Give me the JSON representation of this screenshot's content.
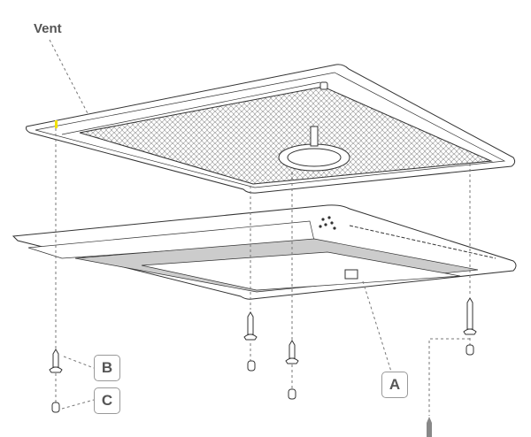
{
  "title": "Vent",
  "callouts": {
    "a": "A",
    "b": "B",
    "c": "C"
  },
  "colors": {
    "line": "#333333",
    "label": "#555555",
    "dash": "#777777",
    "band": "#cccccc",
    "marker": "#f2e200"
  }
}
